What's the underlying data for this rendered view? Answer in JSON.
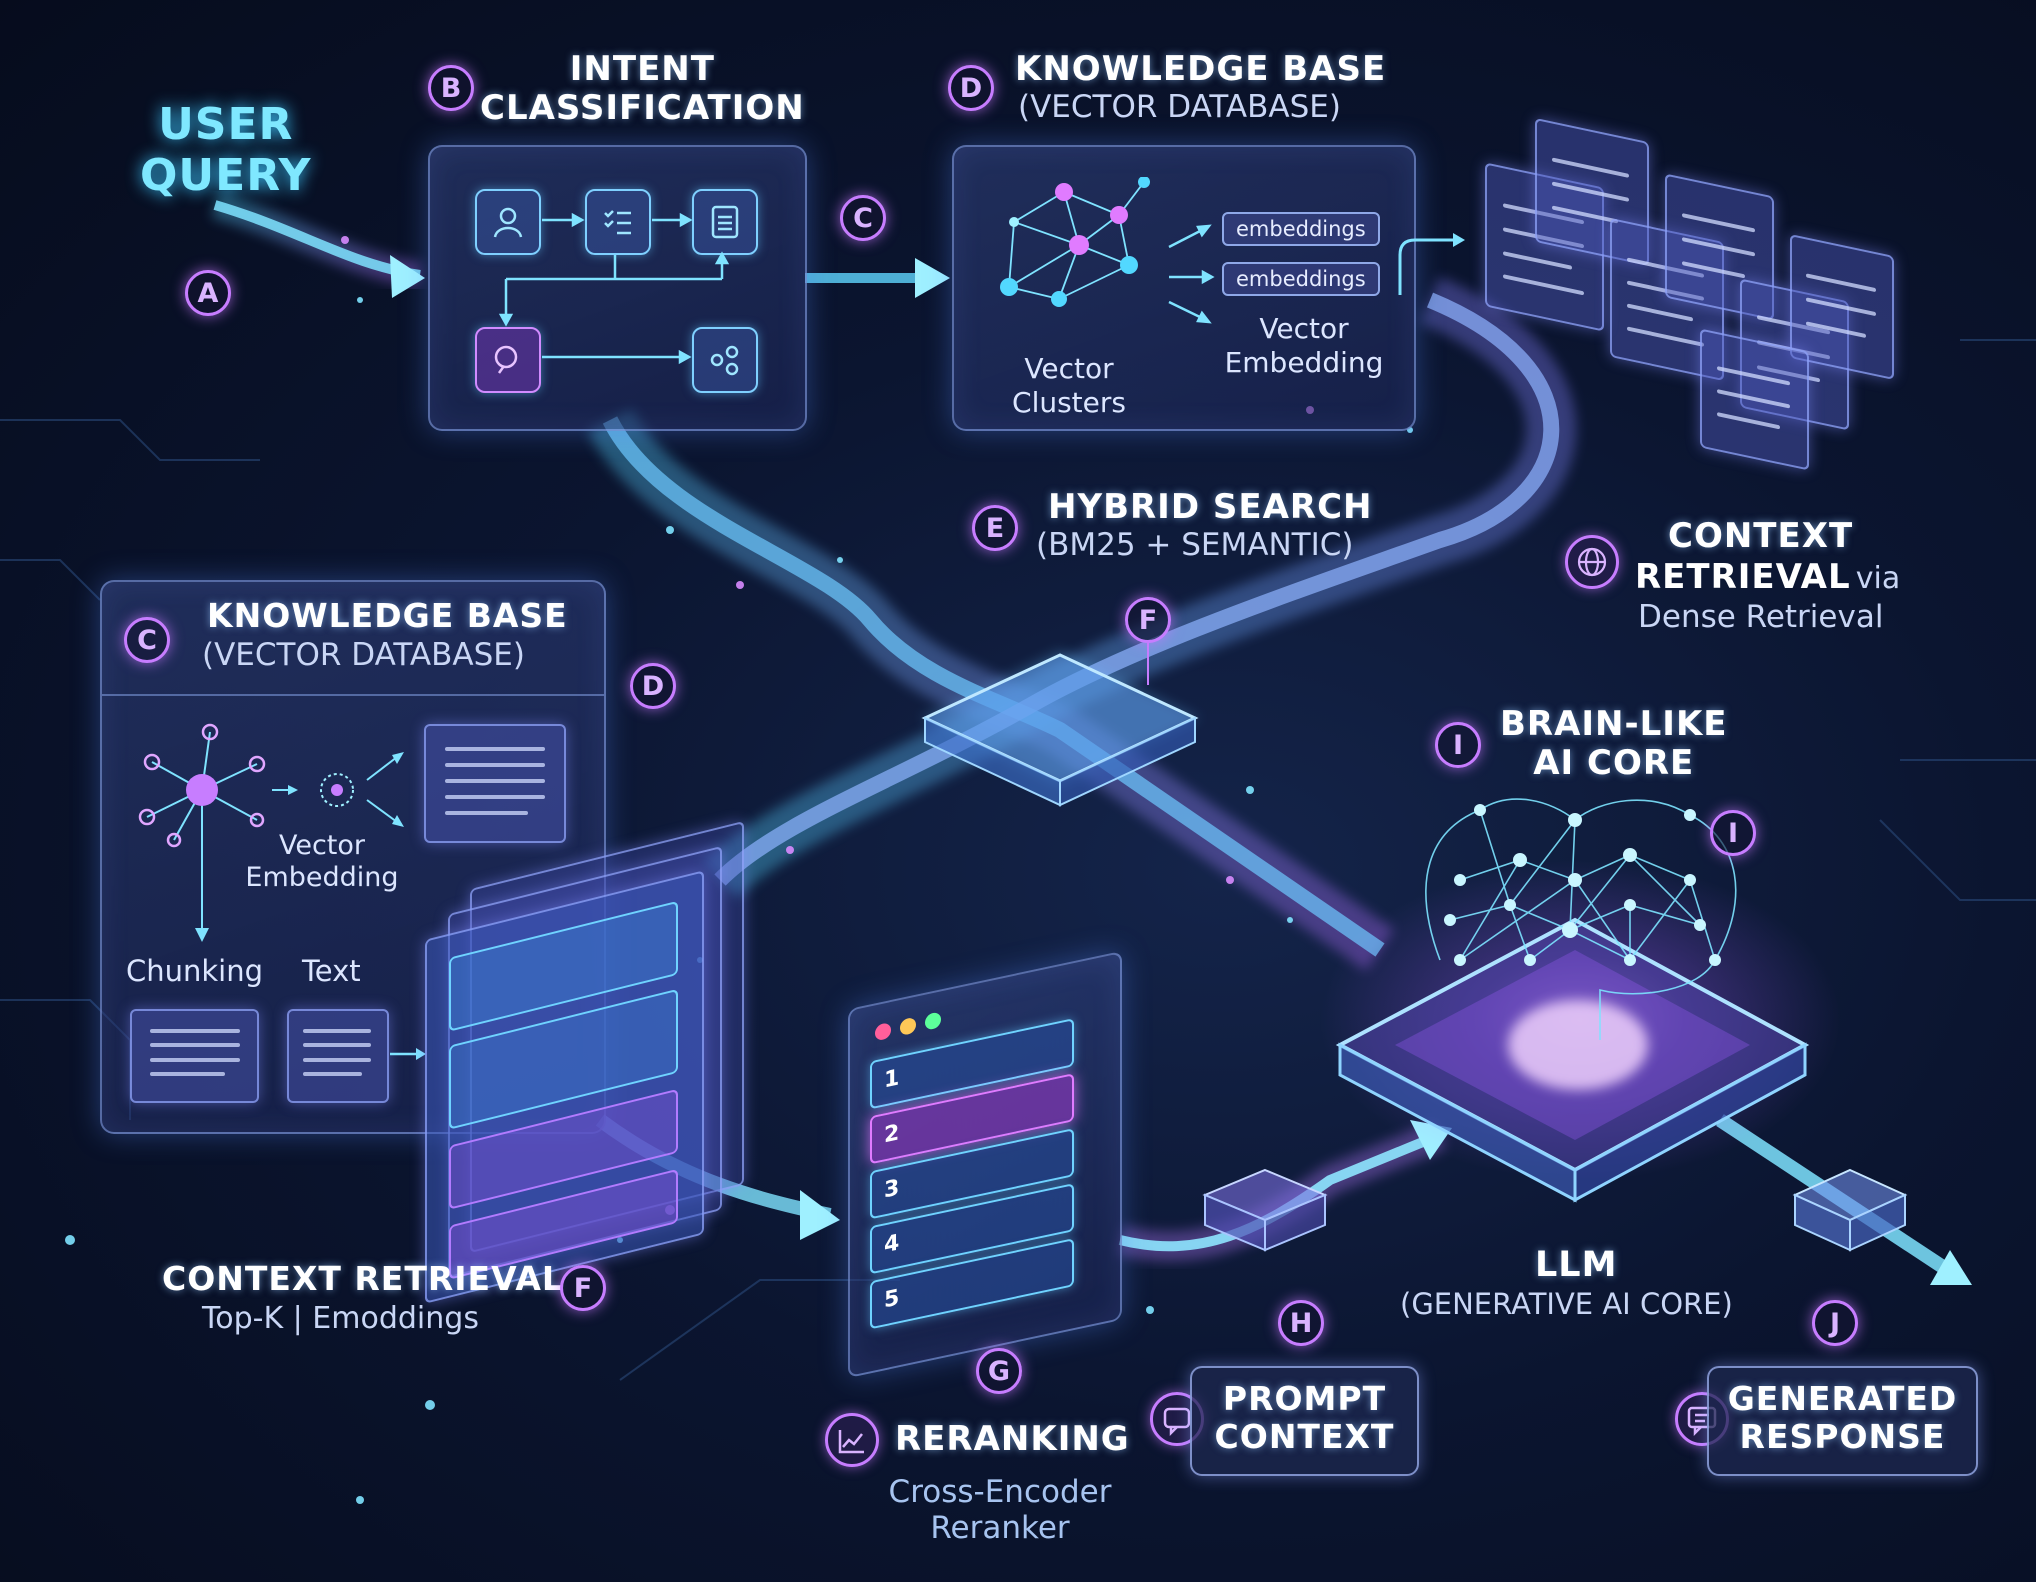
{
  "user_query": {
    "line1": "USER",
    "line2": "QUERY",
    "badge": "A"
  },
  "intent": {
    "badge": "B",
    "title1": "INTENT",
    "title2": "CLASSIFICATION"
  },
  "connector_c": "C",
  "kb_top": {
    "badge": "D",
    "title": "KNOWLEDGE BASE",
    "subtitle": "(VECTOR DATABASE)",
    "chip1": "embeddings",
    "chip2": "embeddings",
    "vec_emb1": "Vector",
    "vec_emb2": "Embedding",
    "clusters1": "Vector",
    "clusters2": "Clusters"
  },
  "hybrid": {
    "badge": "E",
    "title": "HYBRID SEARCH",
    "subtitle": "(BM25 + SEMANTIC)",
    "badge_f": "F"
  },
  "context_top": {
    "title1": "CONTEXT",
    "title2": "RETRIEVAL",
    "via": "via",
    "subtitle": "Dense Retrieval"
  },
  "kb_left": {
    "badge": "C",
    "title": "KNOWLEDGE BASE",
    "subtitle": "(VECTOR DATABASE)",
    "badge_d": "D",
    "vec1": "Vector",
    "vec2": "Embedding",
    "chunking": "Chunking",
    "text": "Text"
  },
  "context_bottom": {
    "title": "CONTEXT RETRIEVAL",
    "subtitle": "Top-K | Emoddings",
    "badge": "F"
  },
  "brain": {
    "badge": "I",
    "badge2": "I",
    "title1": "BRAIN-LIKE",
    "title2": "AI CORE"
  },
  "llm": {
    "title": "LLM",
    "subtitle": "(GENERATIVE AI CORE)"
  },
  "reranking": {
    "badge": "G",
    "title": "RERANKING",
    "sub1": "Cross-Encoder",
    "sub2": "Reranker",
    "rows": [
      "1",
      "2",
      "3",
      "4",
      "5"
    ]
  },
  "prompt": {
    "badge": "H",
    "line1": "PROMPT",
    "line2": "CONTEXT"
  },
  "response": {
    "badge": "J",
    "line1": "GENERATED",
    "line2": "RESPONSE"
  },
  "colors": {
    "cyan": "#52d8ff",
    "violet": "#c77dff",
    "background": "#0b1530"
  }
}
